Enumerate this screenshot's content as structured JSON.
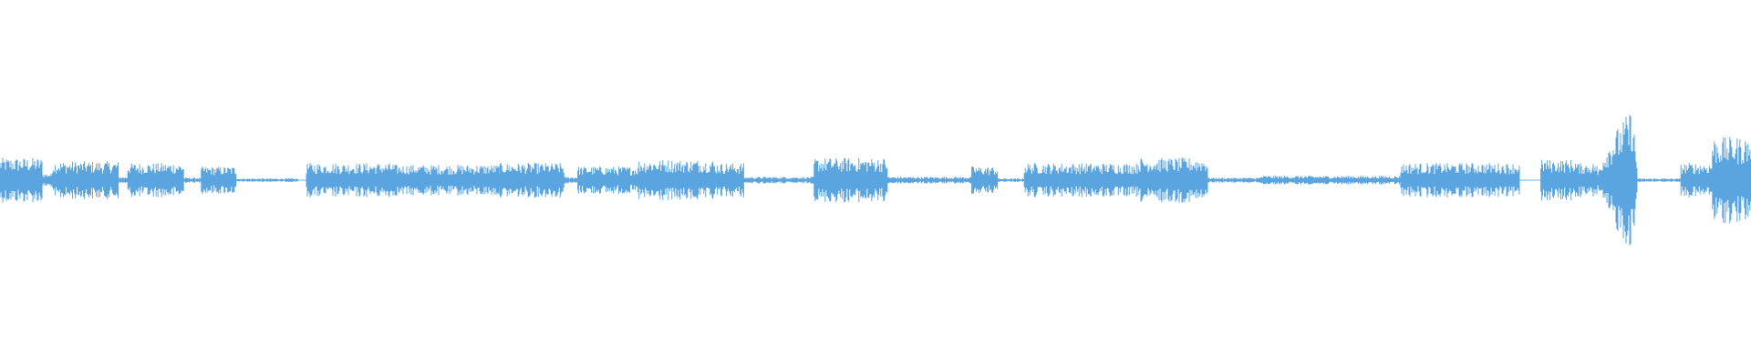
{
  "waveform": {
    "color": "#5aa5e0",
    "background": "#ffffff",
    "segments": [
      {
        "start": 0.0,
        "end": 0.024,
        "amp": 0.13
      },
      {
        "start": 0.024,
        "end": 0.03,
        "amp": 0.04
      },
      {
        "start": 0.03,
        "end": 0.068,
        "amp": 0.11
      },
      {
        "start": 0.068,
        "end": 0.073,
        "amp": 0.02
      },
      {
        "start": 0.073,
        "end": 0.105,
        "amp": 0.1
      },
      {
        "start": 0.105,
        "end": 0.115,
        "amp": 0.015
      },
      {
        "start": 0.115,
        "end": 0.135,
        "amp": 0.08
      },
      {
        "start": 0.135,
        "end": 0.17,
        "amp": 0.01
      },
      {
        "start": 0.17,
        "end": 0.175,
        "amp": 0.0
      },
      {
        "start": 0.175,
        "end": 0.225,
        "amp": 0.1
      },
      {
        "start": 0.225,
        "end": 0.285,
        "amp": 0.09
      },
      {
        "start": 0.285,
        "end": 0.322,
        "amp": 0.1
      },
      {
        "start": 0.322,
        "end": 0.33,
        "amp": 0.02
      },
      {
        "start": 0.33,
        "end": 0.365,
        "amp": 0.08
      },
      {
        "start": 0.365,
        "end": 0.408,
        "amp": 0.12
      },
      {
        "start": 0.408,
        "end": 0.425,
        "amp": 0.1
      },
      {
        "start": 0.425,
        "end": 0.465,
        "amp": 0.02
      },
      {
        "start": 0.465,
        "end": 0.507,
        "amp": 0.13
      },
      {
        "start": 0.507,
        "end": 0.555,
        "amp": 0.02
      },
      {
        "start": 0.555,
        "end": 0.57,
        "amp": 0.08
      },
      {
        "start": 0.57,
        "end": 0.585,
        "amp": 0.01
      },
      {
        "start": 0.585,
        "end": 0.65,
        "amp": 0.1
      },
      {
        "start": 0.65,
        "end": 0.69,
        "amp": 0.13
      },
      {
        "start": 0.69,
        "end": 0.72,
        "amp": 0.015
      },
      {
        "start": 0.72,
        "end": 0.8,
        "amp": 0.025
      },
      {
        "start": 0.8,
        "end": 0.868,
        "amp": 0.1
      },
      {
        "start": 0.868,
        "end": 0.88,
        "amp": 0.0
      },
      {
        "start": 0.88,
        "end": 0.9,
        "amp": 0.12
      },
      {
        "start": 0.9,
        "end": 0.912,
        "amp": 0.1
      },
      {
        "start": 0.912,
        "end": 0.935,
        "amp": 0.45
      },
      {
        "start": 0.935,
        "end": 0.96,
        "amp": 0.01
      },
      {
        "start": 0.96,
        "end": 0.978,
        "amp": 0.1
      },
      {
        "start": 0.978,
        "end": 1.0,
        "amp": 0.25
      }
    ]
  }
}
